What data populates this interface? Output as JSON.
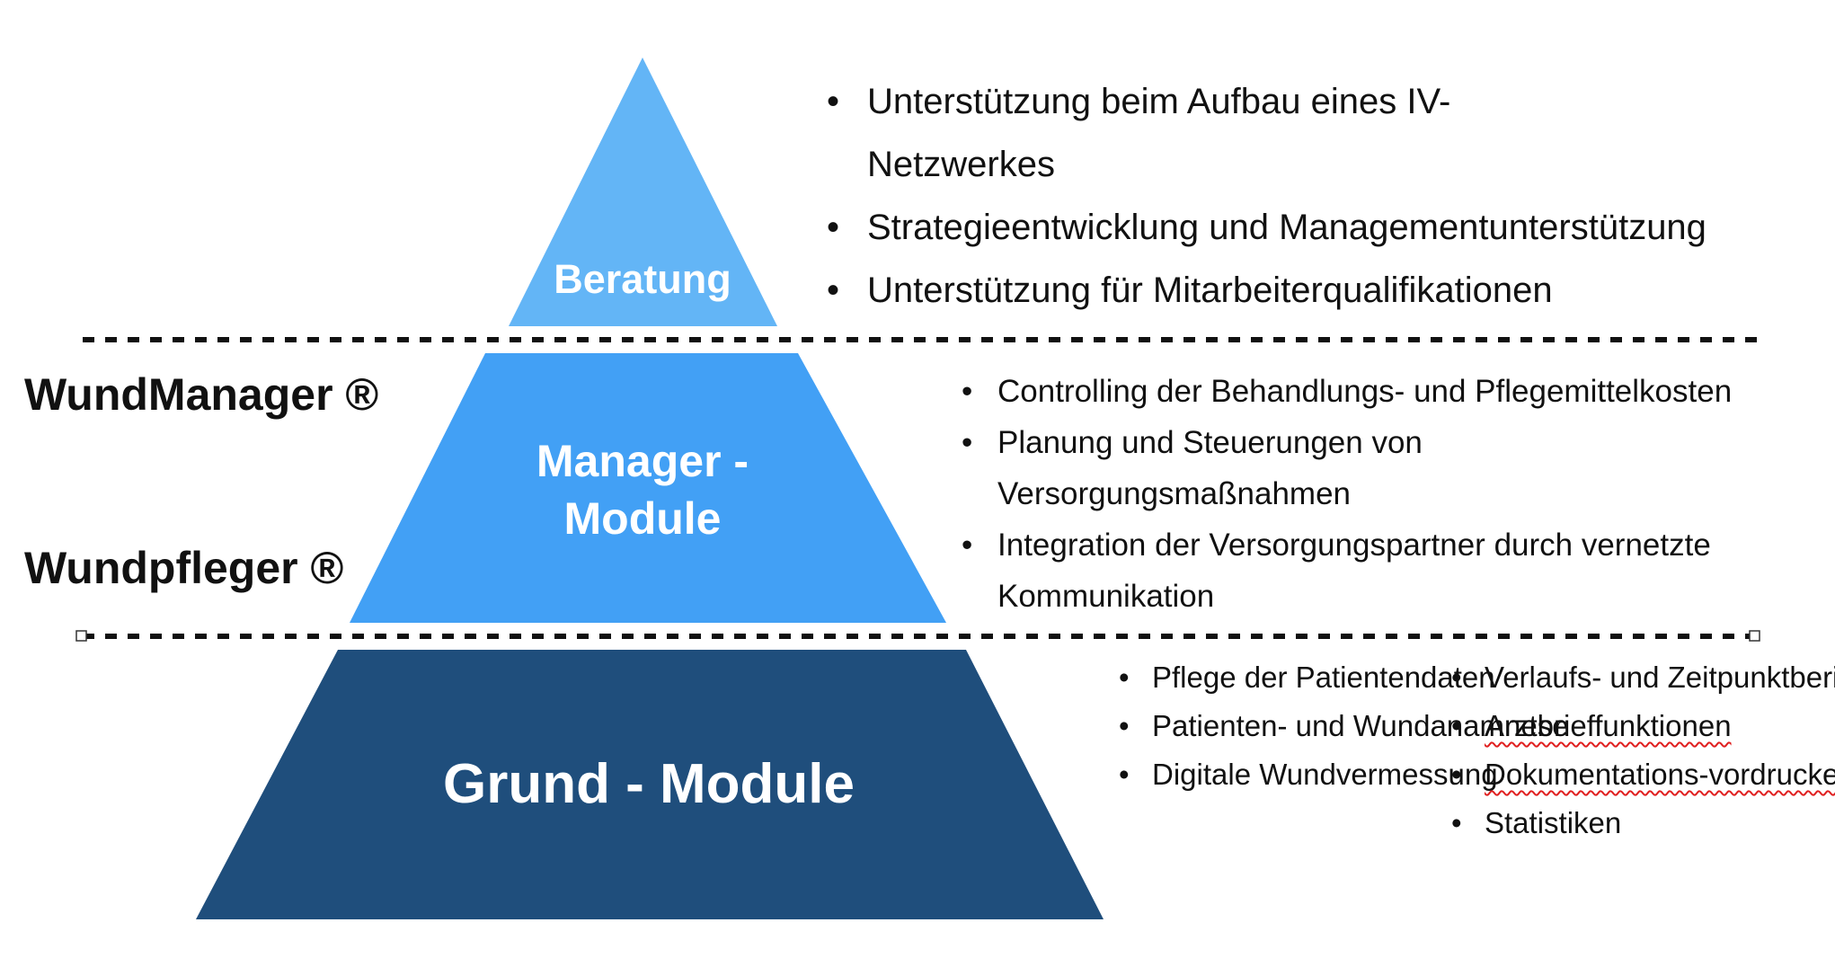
{
  "colors": {
    "top_tier": "#63b5f6",
    "middle_tier": "#42a0f5",
    "bottom_tier": "#1f4e7c",
    "divider": "#111111"
  },
  "tiers": {
    "top_label": "Beratung",
    "middle_label_line1": "Manager -",
    "middle_label_line2": "Module",
    "bottom_label": "Grund - Module"
  },
  "brands": {
    "manager": "WundManager ®",
    "pfleger": "Wundpfleger ®"
  },
  "beratung_bullets": [
    "Unterstützung beim Aufbau eines IV-Netzwerkes",
    "Strategieentwicklung und Managementunterstützung",
    "Unterstützung für Mitarbeiterqualifikationen"
  ],
  "manager_bullets": [
    "Controlling der Behandlungs- und Pflegemittelkosten",
    "Planung und Steuerungen von Versorgungsmaßnahmen",
    "Integration der Versorgungspartner durch vernetzte Kommunikation"
  ],
  "grund_bullets_left": [
    "Pflege der Patientendaten",
    "Patienten- und Wundanamnese",
    "Digitale Wundvermessung"
  ],
  "grund_bullets_right": [
    "Verlaufs- und Zeitpunktberichte",
    "Arztbrieffunktionen",
    "Dokumentations-vordrucke",
    "Statistiken"
  ]
}
